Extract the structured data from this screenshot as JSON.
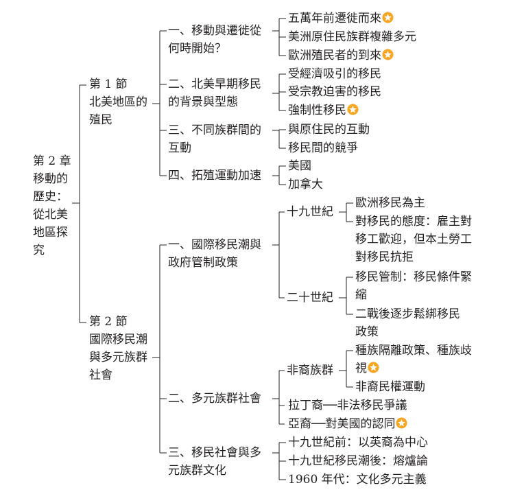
{
  "chapter": {
    "lines": [
      "第 2 章",
      "移動的",
      "歷史：",
      "從北美",
      "地區探",
      "究"
    ]
  },
  "sections": [
    {
      "lines": [
        "第 1 節",
        "北美地區的",
        "殖民"
      ]
    },
    {
      "lines": [
        "第 2 節",
        "國際移民潮",
        "與多元族群",
        "社會"
      ]
    }
  ],
  "topics": [
    {
      "lines": [
        "一、移動與遷徙從",
        "何時開始？"
      ]
    },
    {
      "lines": [
        "二、北美早期移民",
        "的背景與型態"
      ]
    },
    {
      "lines": [
        "三、不同族群間的",
        "互動"
      ]
    },
    {
      "lines": [
        "四、拓殖運動加速"
      ]
    },
    {
      "lines": [
        "一、國際移民潮與",
        "政府管制政策"
      ]
    },
    {
      "lines": [
        "二、多元族群社會"
      ]
    },
    {
      "lines": [
        "三、移民社會與多",
        "元族群文化"
      ]
    }
  ],
  "subtopics": [
    "十九世紀",
    "二十世紀",
    "非裔族群"
  ],
  "leaves": [
    {
      "lines": [
        "五萬年前遷徙而來"
      ],
      "star": true
    },
    {
      "lines": [
        "美洲原住民族群複雜多元"
      ],
      "star": false
    },
    {
      "lines": [
        "歐洲殖民者的到來"
      ],
      "star": true
    },
    {
      "lines": [
        "受經濟吸引的移民"
      ],
      "star": false
    },
    {
      "lines": [
        "受宗教迫害的移民"
      ],
      "star": false
    },
    {
      "lines": [
        "強制性移民"
      ],
      "star": true
    },
    {
      "lines": [
        "與原住民的互動"
      ],
      "star": false
    },
    {
      "lines": [
        "移民間的競爭"
      ],
      "star": false
    },
    {
      "lines": [
        "美國"
      ],
      "star": false
    },
    {
      "lines": [
        "加拿大"
      ],
      "star": false
    },
    {
      "lines": [
        "歐洲移民為主"
      ],
      "star": false
    },
    {
      "lines": [
        "對移民的態度：雇主對",
        "移工歡迎，但本土勞工",
        "對移民抗拒"
      ],
      "star": false
    },
    {
      "lines": [
        "移民管制：移民條件緊",
        "縮"
      ],
      "star": false
    },
    {
      "lines": [
        "二戰後逐步鬆綁移民",
        "政策"
      ],
      "star": false
    },
    {
      "lines": [
        "種族隔離政策、種族歧",
        "視"
      ],
      "star": true
    },
    {
      "lines": [
        "非裔民權運動"
      ],
      "star": false
    },
    {
      "lines": [
        "拉丁裔──非法移民爭議"
      ],
      "star": false
    },
    {
      "lines": [
        "亞裔──對美國的認同"
      ],
      "star": true
    },
    {
      "lines": [
        "十九世紀前：以英裔為中心"
      ],
      "star": false
    },
    {
      "lines": [
        "十九世紀移民潮後：熔爐論"
      ],
      "star": false
    },
    {
      "lines": [
        "1960 年代：文化多元主義"
      ],
      "star": false
    }
  ],
  "colors": {
    "star_fill": "#f6a623",
    "star_mark": "#ffffff",
    "line": "#231f20",
    "text": "#231f20"
  },
  "icons": {
    "important": "star-badge-icon"
  }
}
